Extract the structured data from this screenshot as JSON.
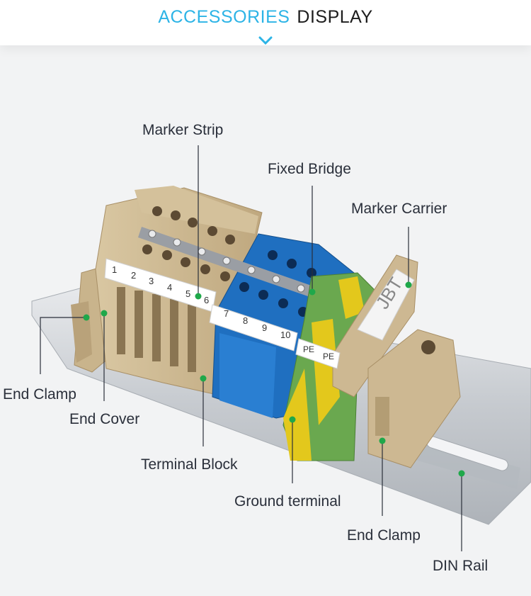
{
  "header": {
    "title_accent": "ACCESSORIES",
    "title_rest": "DISPLAY"
  },
  "labels": {
    "marker_strip": "Marker Strip",
    "fixed_bridge": "Fixed Bridge",
    "marker_carrier": "Marker Carrier",
    "end_clamp_left": "End Clamp",
    "end_cover": "End Cover",
    "terminal_block": "Terminal Block",
    "ground_terminal": "Ground terminal",
    "end_clamp_right": "End Clamp",
    "din_rail": "DIN Rail"
  },
  "markers": [
    "1",
    "2",
    "3",
    "4",
    "5",
    "6",
    "7",
    "8",
    "9",
    "10",
    "PE",
    "PE"
  ],
  "carrier_text": "JBT",
  "colors": {
    "accent": "#2db4e6",
    "dot": "#1fa84a",
    "beige": "#cdb892",
    "blue": "#1f6fc0",
    "green": "#6aa84f",
    "yellow": "#e3c81c",
    "rail": "#c9cdd2"
  }
}
